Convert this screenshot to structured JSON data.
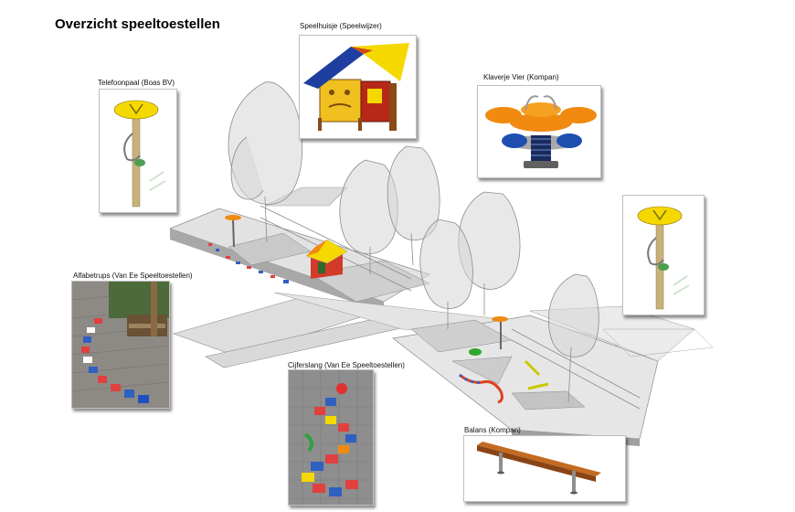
{
  "title": "Overzicht speeltoestellen",
  "items": {
    "speelhuisje": {
      "label": "Speelhuisje (Speelwijzer)"
    },
    "telefoonpaal": {
      "label": "Telefoonpaal (Boas BV)"
    },
    "klaverje": {
      "label": "Klaverje Vier (Kompan)"
    },
    "alfabetrups": {
      "label": "Alfabetrups (Van Ee Speeltoestellen)"
    },
    "cijferslang": {
      "label": "Cijferslang (Van Ee Speeltoestellen)"
    },
    "balans": {
      "label": "Balans (Kompan)"
    }
  },
  "colors": {
    "yellow": "#f5d800",
    "orange": "#f08a10",
    "blue": "#1e3fa0",
    "red": "#b8281c",
    "paving": "#d8d8d8",
    "pavingDark": "#9a9a9a",
    "tree": "#c8c8c8"
  },
  "icons": [
    "telefoonpaal-icon",
    "speelhuisje-icon",
    "klaverje-icon",
    "balans-icon",
    "tree-icon",
    "hopscotch-icon"
  ]
}
